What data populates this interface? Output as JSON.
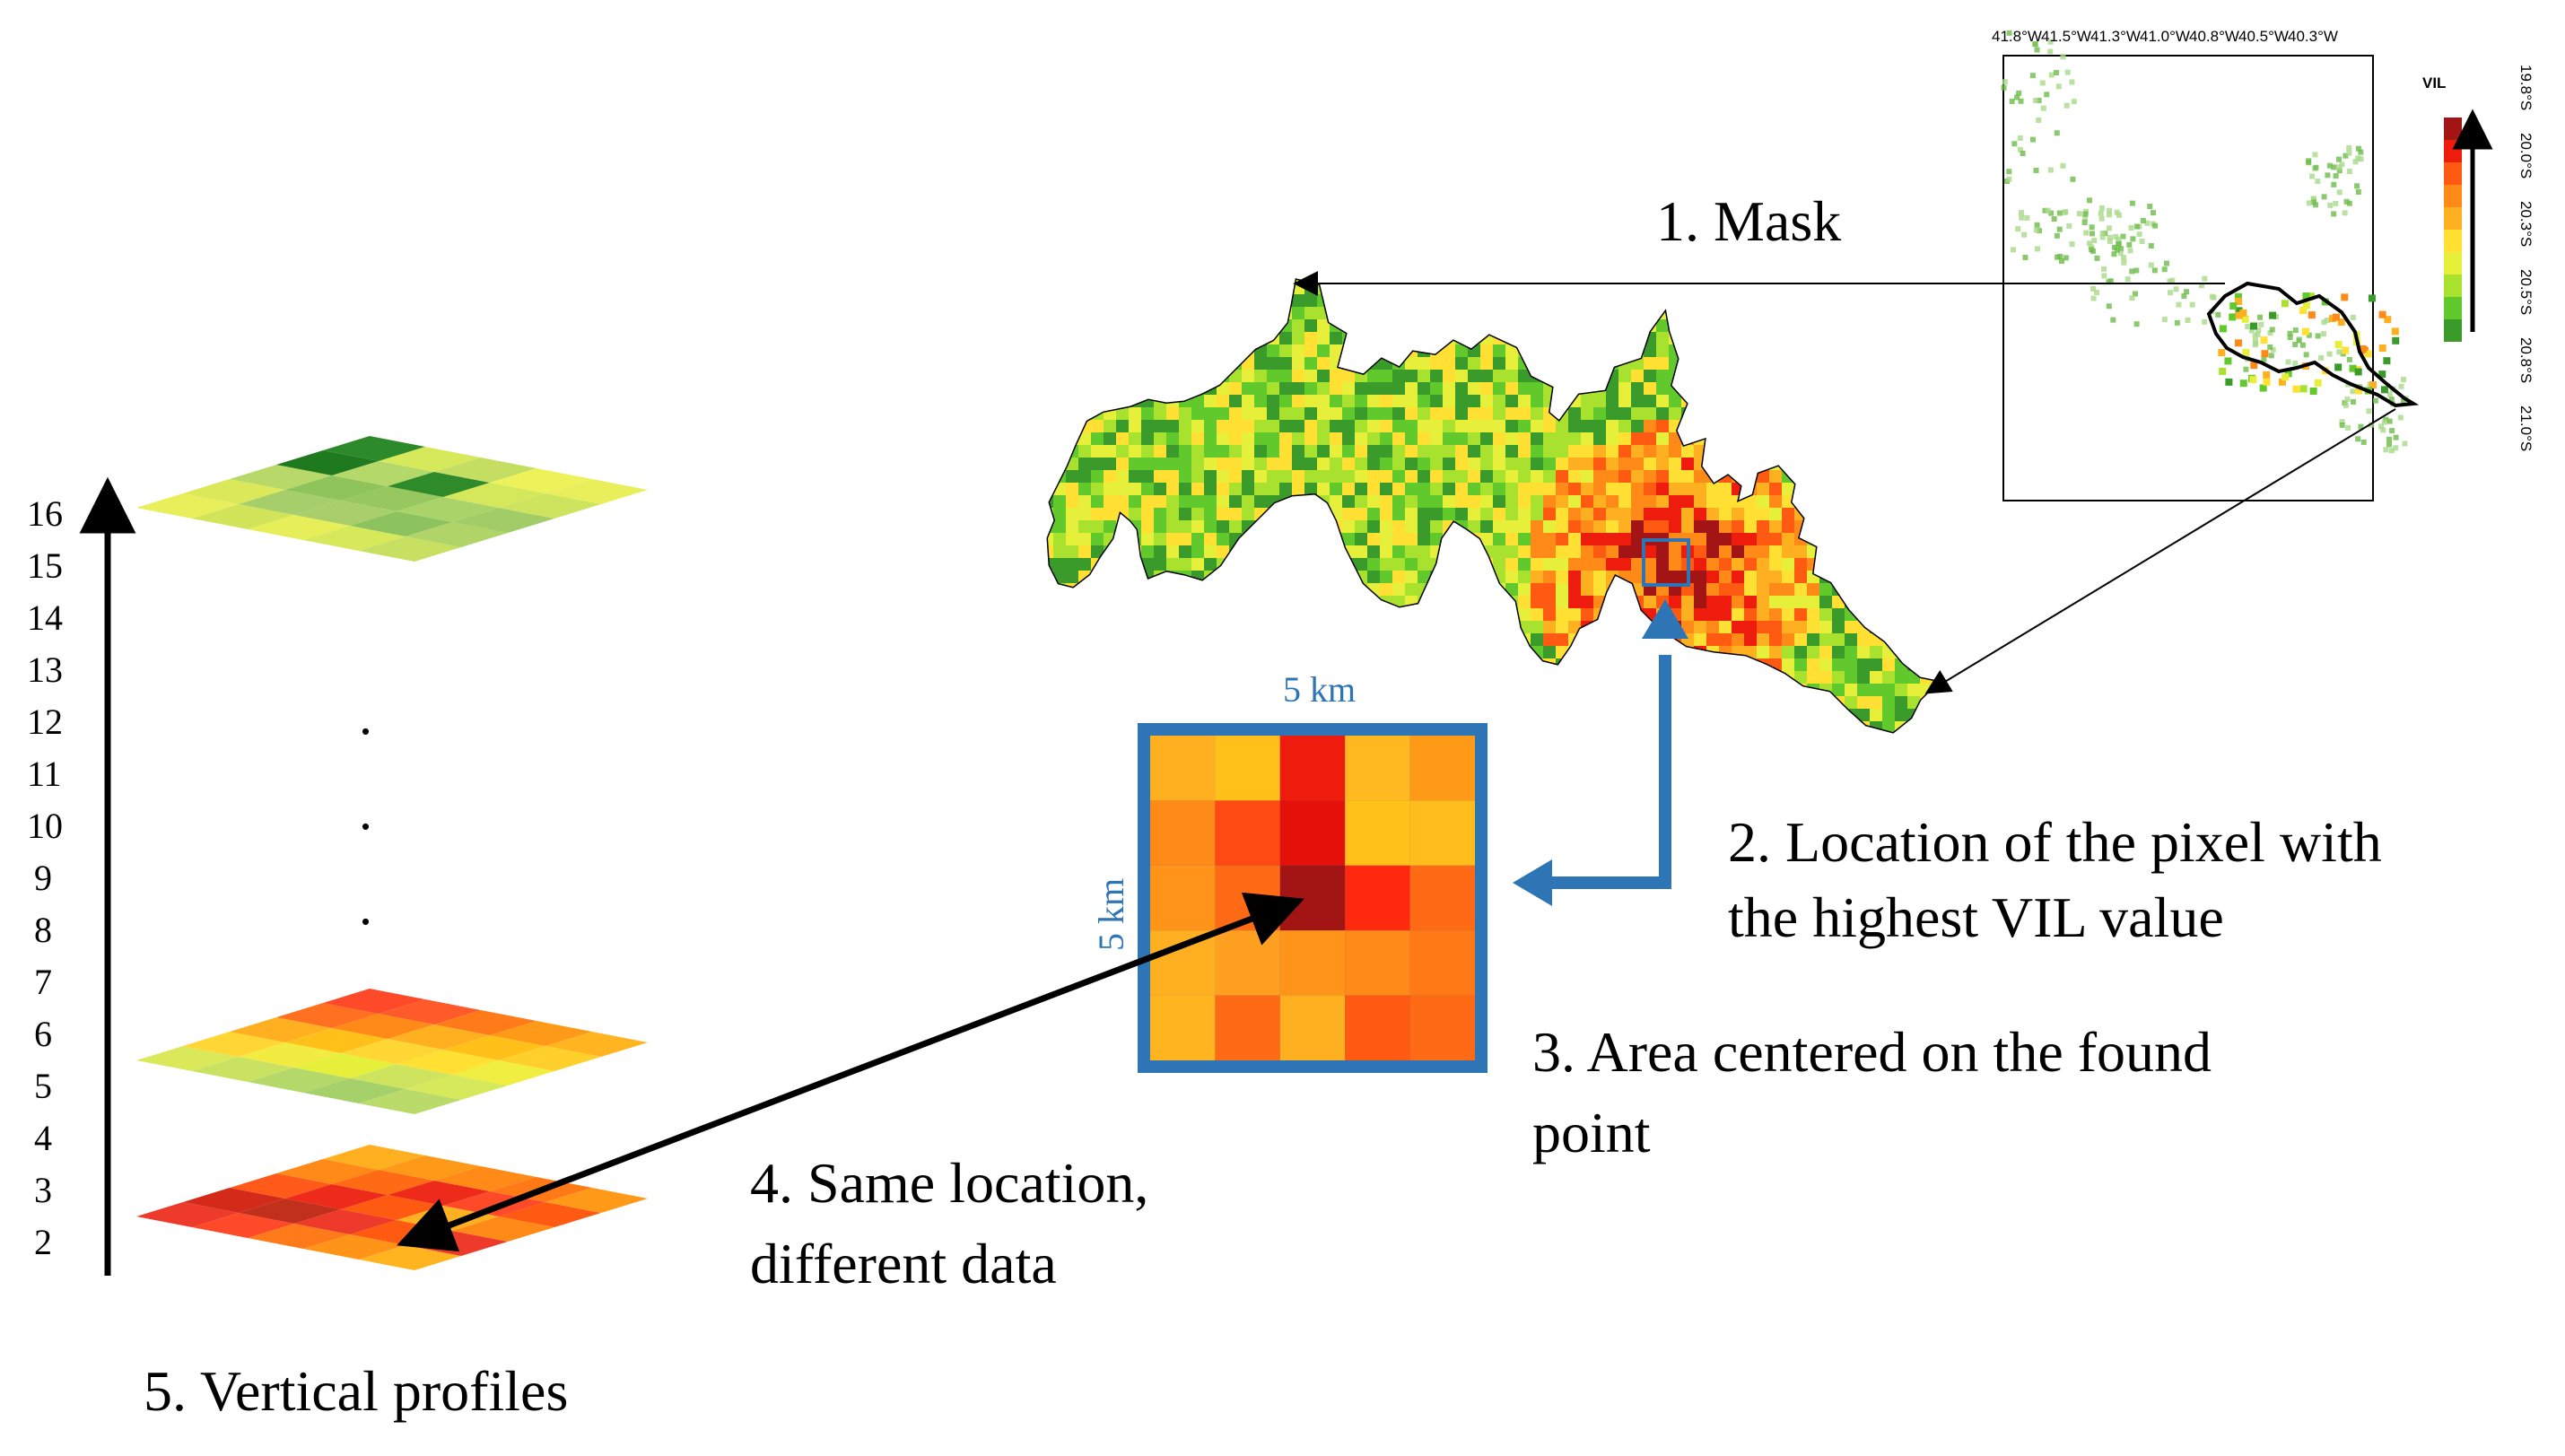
{
  "steps": {
    "mask": "1. Mask",
    "location_line1": "2. Location of the pixel with",
    "location_line2": "the highest VIL value",
    "area_line1": "3. Area centered on the found",
    "area_line2": "point",
    "same_line1": "4. Same location,",
    "same_line2": "different data",
    "profiles": "5. Vertical profiles"
  },
  "area_box": {
    "width_label": "5 km",
    "height_label": "5 km"
  },
  "levels": [
    "16",
    "15",
    "14",
    "13",
    "12",
    "11",
    "10",
    "9",
    "8",
    "7",
    "6",
    "5",
    "4",
    "3",
    "2"
  ],
  "ellipsis": ".",
  "map_inset": {
    "colorbar_title": "VIL",
    "lon_ticks": [
      "41.8°W",
      "41.5°W",
      "41.3°W",
      "41.0°W",
      "40.8°W",
      "40.5°W",
      "40.3°W"
    ],
    "lat_ticks": [
      "19.8°S",
      "20.0°S",
      "20.3°S",
      "20.5°S",
      "20.8°S",
      "21.0°S"
    ]
  },
  "colors": {
    "accent_blue": "#2e75b6",
    "vil_scale": [
      "#3a9a2a",
      "#62c92c",
      "#a8e22e",
      "#e6f03a",
      "#ffe033",
      "#ffb020",
      "#ff8a18",
      "#ff5a12",
      "#ee1c0c",
      "#a31515"
    ]
  }
}
